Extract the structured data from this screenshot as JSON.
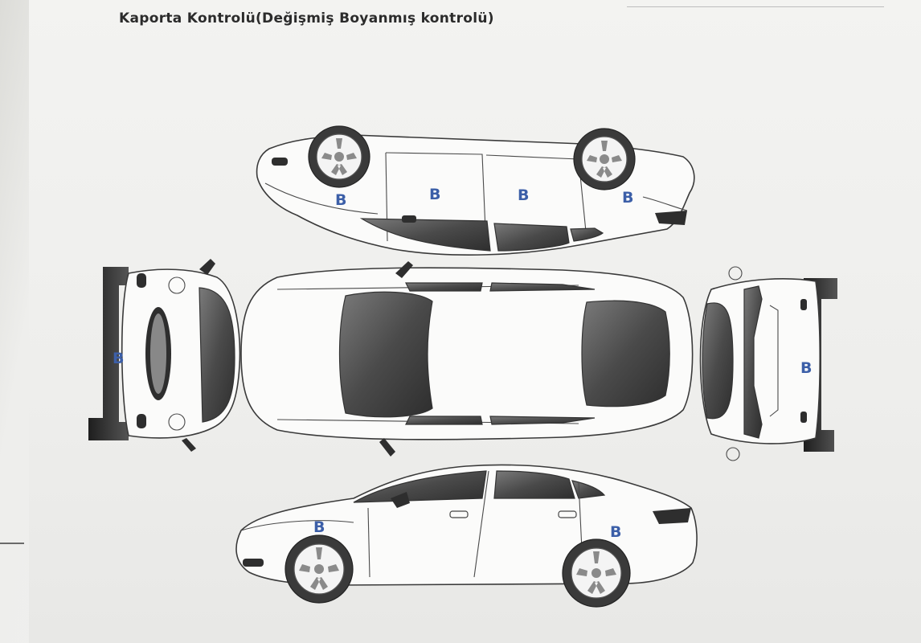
{
  "page": {
    "title": "Kaporta Kontrolü(Değişmiş Boyanmış kontrolü)"
  },
  "marks": {
    "top_view_front_fender": "B",
    "top_view_front_door": "B",
    "top_view_rear_door": "B",
    "top_view_rear_fender": "B",
    "front_view_bumper": "B",
    "rear_view_bumper": "B",
    "side_view_front_fender": "B",
    "side_view_rear_fender": "B"
  },
  "colors": {
    "mark_color": "#3c5fa8",
    "ink": "#3a3a3a",
    "glass": "#5a5a5a"
  }
}
